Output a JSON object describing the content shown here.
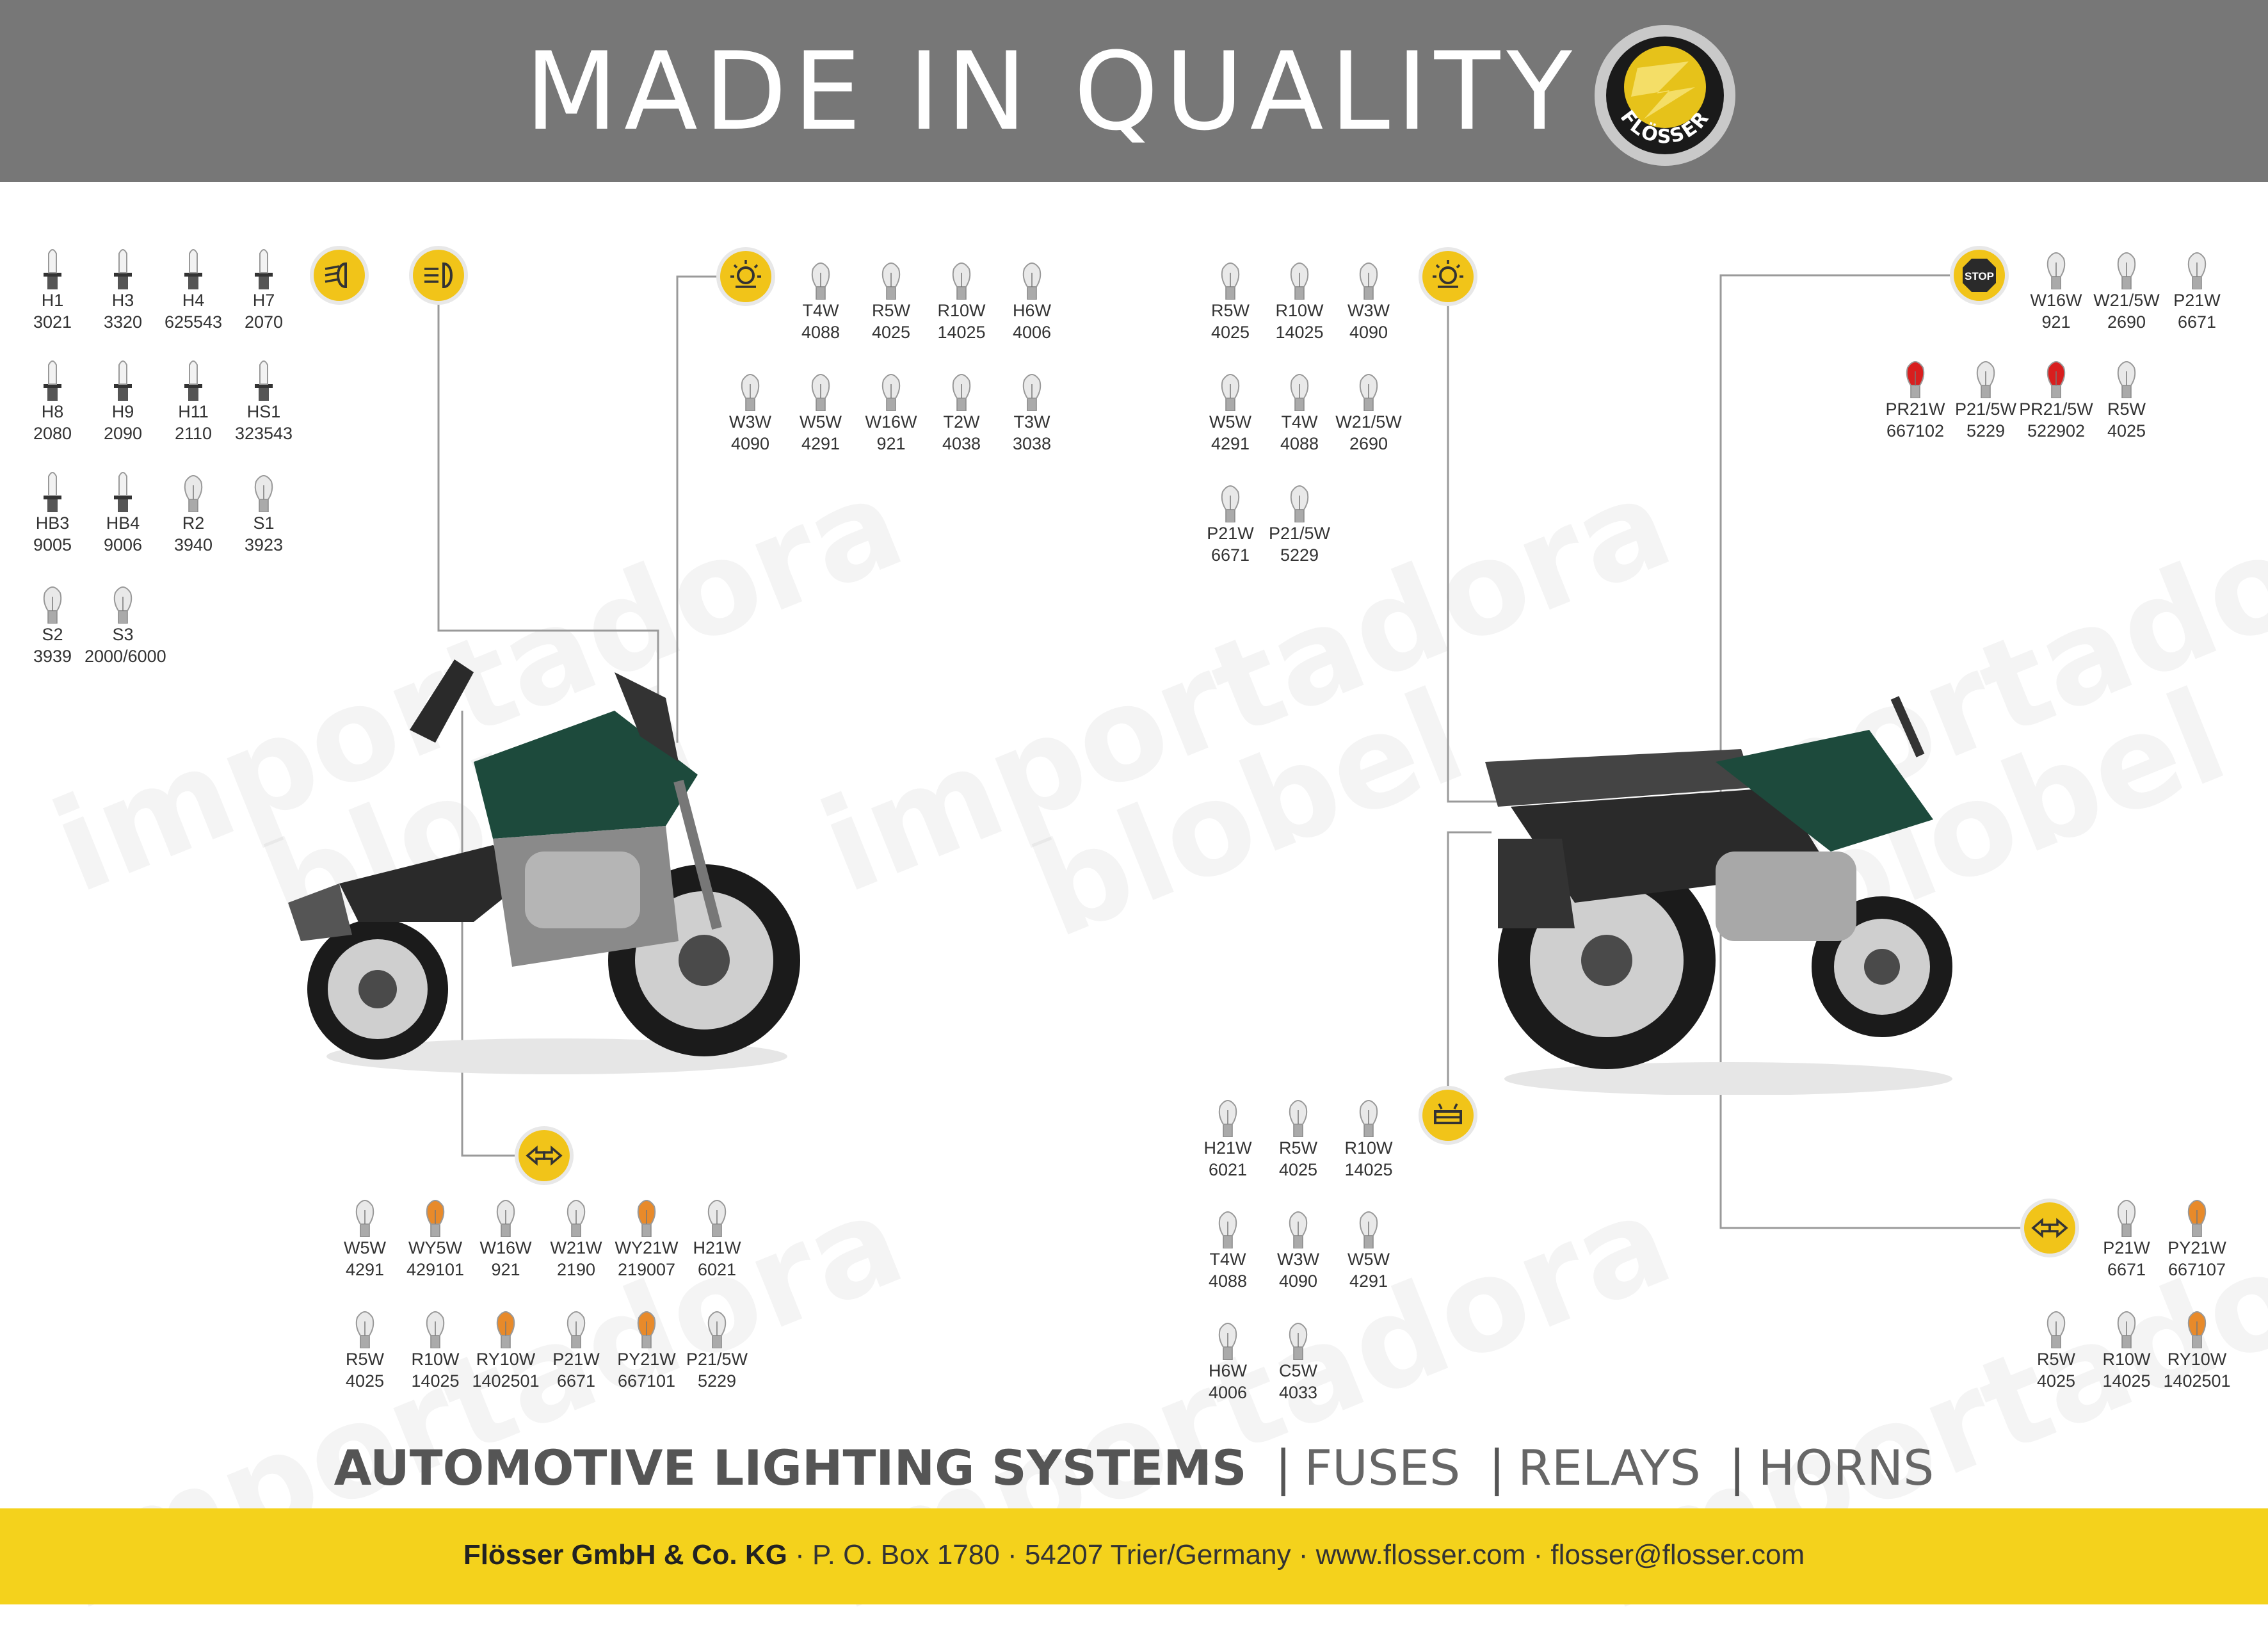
{
  "header": {
    "title": "MADE IN QUALITY",
    "logo_text": "FLÖSSER"
  },
  "watermark": {
    "line1": "importadora",
    "line2": "blobel"
  },
  "groups": {
    "headlights": [
      {
        "name": "H1",
        "code": "3021"
      },
      {
        "name": "H3",
        "code": "3320"
      },
      {
        "name": "H4",
        "code": "625543"
      },
      {
        "name": "H7",
        "code": "2070"
      },
      {
        "name": "H8",
        "code": "2080"
      },
      {
        "name": "H9",
        "code": "2090"
      },
      {
        "name": "H11",
        "code": "2110"
      },
      {
        "name": "HS1",
        "code": "323543"
      },
      {
        "name": "HB3",
        "code": "9005"
      },
      {
        "name": "HB4",
        "code": "9006"
      },
      {
        "name": "R2",
        "code": "3940"
      },
      {
        "name": "S1",
        "code": "3923"
      },
      {
        "name": "S2",
        "code": "3939"
      },
      {
        "name": "S3",
        "code": "2000/6000"
      }
    ],
    "front_interior": [
      {
        "name": "T4W",
        "code": "4088"
      },
      {
        "name": "R5W",
        "code": "4025"
      },
      {
        "name": "R10W",
        "code": "14025"
      },
      {
        "name": "H6W",
        "code": "4006"
      },
      {
        "name": "W3W",
        "code": "4090"
      },
      {
        "name": "W5W",
        "code": "4291"
      },
      {
        "name": "W16W",
        "code": "921"
      },
      {
        "name": "T2W",
        "code": "4038"
      },
      {
        "name": "T3W",
        "code": "3038"
      }
    ],
    "rear_interior": [
      {
        "name": "R5W",
        "code": "4025"
      },
      {
        "name": "R10W",
        "code": "14025"
      },
      {
        "name": "W3W",
        "code": "4090"
      },
      {
        "name": "W5W",
        "code": "4291"
      },
      {
        "name": "T4W",
        "code": "4088"
      },
      {
        "name": "W21/5W",
        "code": "2690"
      },
      {
        "name": "P21W",
        "code": "6671"
      },
      {
        "name": "P21/5W",
        "code": "5229"
      }
    ],
    "stop": [
      {
        "name": "W16W",
        "code": "921"
      },
      {
        "name": "W21/5W",
        "code": "2690"
      },
      {
        "name": "P21W",
        "code": "6671"
      },
      {
        "name": "PR21W",
        "code": "667102"
      },
      {
        "name": "P21/5W",
        "code": "5229"
      },
      {
        "name": "PR21/5W",
        "code": "522902"
      },
      {
        "name": "R5W",
        "code": "4025"
      }
    ],
    "front_indicators": [
      {
        "name": "W5W",
        "code": "4291"
      },
      {
        "name": "WY5W",
        "code": "429101"
      },
      {
        "name": "W16W",
        "code": "921"
      },
      {
        "name": "W21W",
        "code": "2190"
      },
      {
        "name": "WY21W",
        "code": "219007"
      },
      {
        "name": "H21W",
        "code": "6021"
      },
      {
        "name": "R5W",
        "code": "4025"
      },
      {
        "name": "R10W",
        "code": "14025"
      },
      {
        "name": "RY10W",
        "code": "1402501"
      },
      {
        "name": "P21W",
        "code": "6671"
      },
      {
        "name": "PY21W",
        "code": "667101"
      },
      {
        "name": "P21/5W",
        "code": "5229"
      }
    ],
    "plate": [
      {
        "name": "H21W",
        "code": "6021"
      },
      {
        "name": "R5W",
        "code": "4025"
      },
      {
        "name": "R10W",
        "code": "14025"
      },
      {
        "name": "T4W",
        "code": "4088"
      },
      {
        "name": "W3W",
        "code": "4090"
      },
      {
        "name": "W5W",
        "code": "4291"
      },
      {
        "name": "H6W",
        "code": "4006"
      },
      {
        "name": "C5W",
        "code": "4033"
      }
    ],
    "rear_indicators": [
      {
        "name": "P21W",
        "code": "6671"
      },
      {
        "name": "PY21W",
        "code": "667107"
      },
      {
        "name": "R5W",
        "code": "4025"
      },
      {
        "name": "R10W",
        "code": "14025"
      },
      {
        "name": "RY10W",
        "code": "1402501"
      }
    ]
  },
  "icons": {
    "stop_label": "STOP"
  },
  "colors": {
    "header_bg": "#777777",
    "footer_bg": "#f4d21c",
    "icon_yellow": "#f1c419",
    "amber": "#e88a2a",
    "red": "#d81e1e",
    "moto_green": "#1d4a3c"
  },
  "tagline": {
    "main": "AUTOMOTIVE LIGHTING SYSTEMS",
    "sep": "|",
    "fuses": "FUSES",
    "relays": "RELAYS",
    "horns": "HORNS"
  },
  "footer": {
    "company": "Flösser GmbH & Co. KG",
    "address": " · P. O. Box 1780 · 54207 Trier/Germany · www.flosser.com · flosser@flosser.com"
  }
}
